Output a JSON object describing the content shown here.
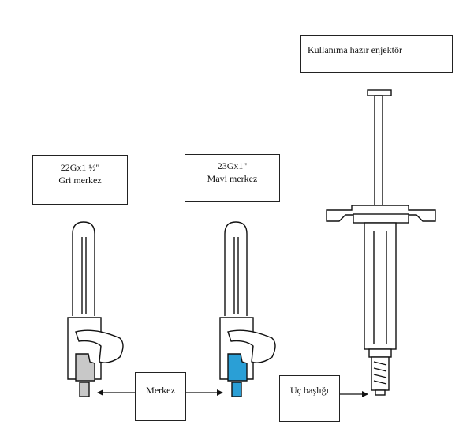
{
  "needle_22g": {
    "line1": "22Gx1 ½\"",
    "line2": "Gri merkez",
    "hub_color": "#c8c8c8"
  },
  "needle_23g": {
    "line1": "23Gx1\"",
    "line2": "Mavi merkez",
    "hub_color": "#2a9fd6"
  },
  "syringe": {
    "label": "Kullanıma hazır enjektör"
  },
  "callouts": {
    "hub": "Merkez",
    "tip_cap": "Uç başlığı"
  }
}
